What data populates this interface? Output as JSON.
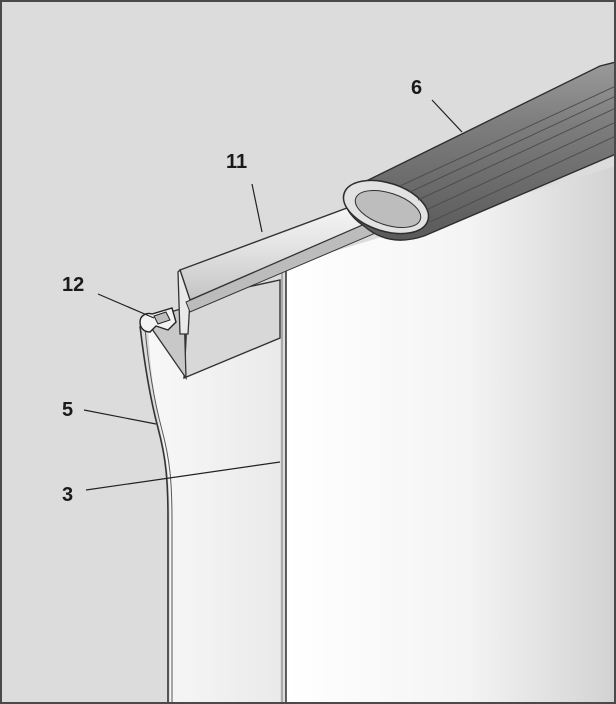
{
  "figure": {
    "background_color": "#dcdcdc",
    "border_color": "#4a4a4a",
    "panel_color": "#ffffff",
    "rod_color": "#7a7a7a",
    "profile_color": "#e6e6e6",
    "callouts": [
      {
        "id": "6",
        "text": "6"
      },
      {
        "id": "11",
        "text": "11"
      },
      {
        "id": "12",
        "text": "12"
      },
      {
        "id": "5",
        "text": "5"
      },
      {
        "id": "3",
        "text": "3"
      }
    ]
  }
}
